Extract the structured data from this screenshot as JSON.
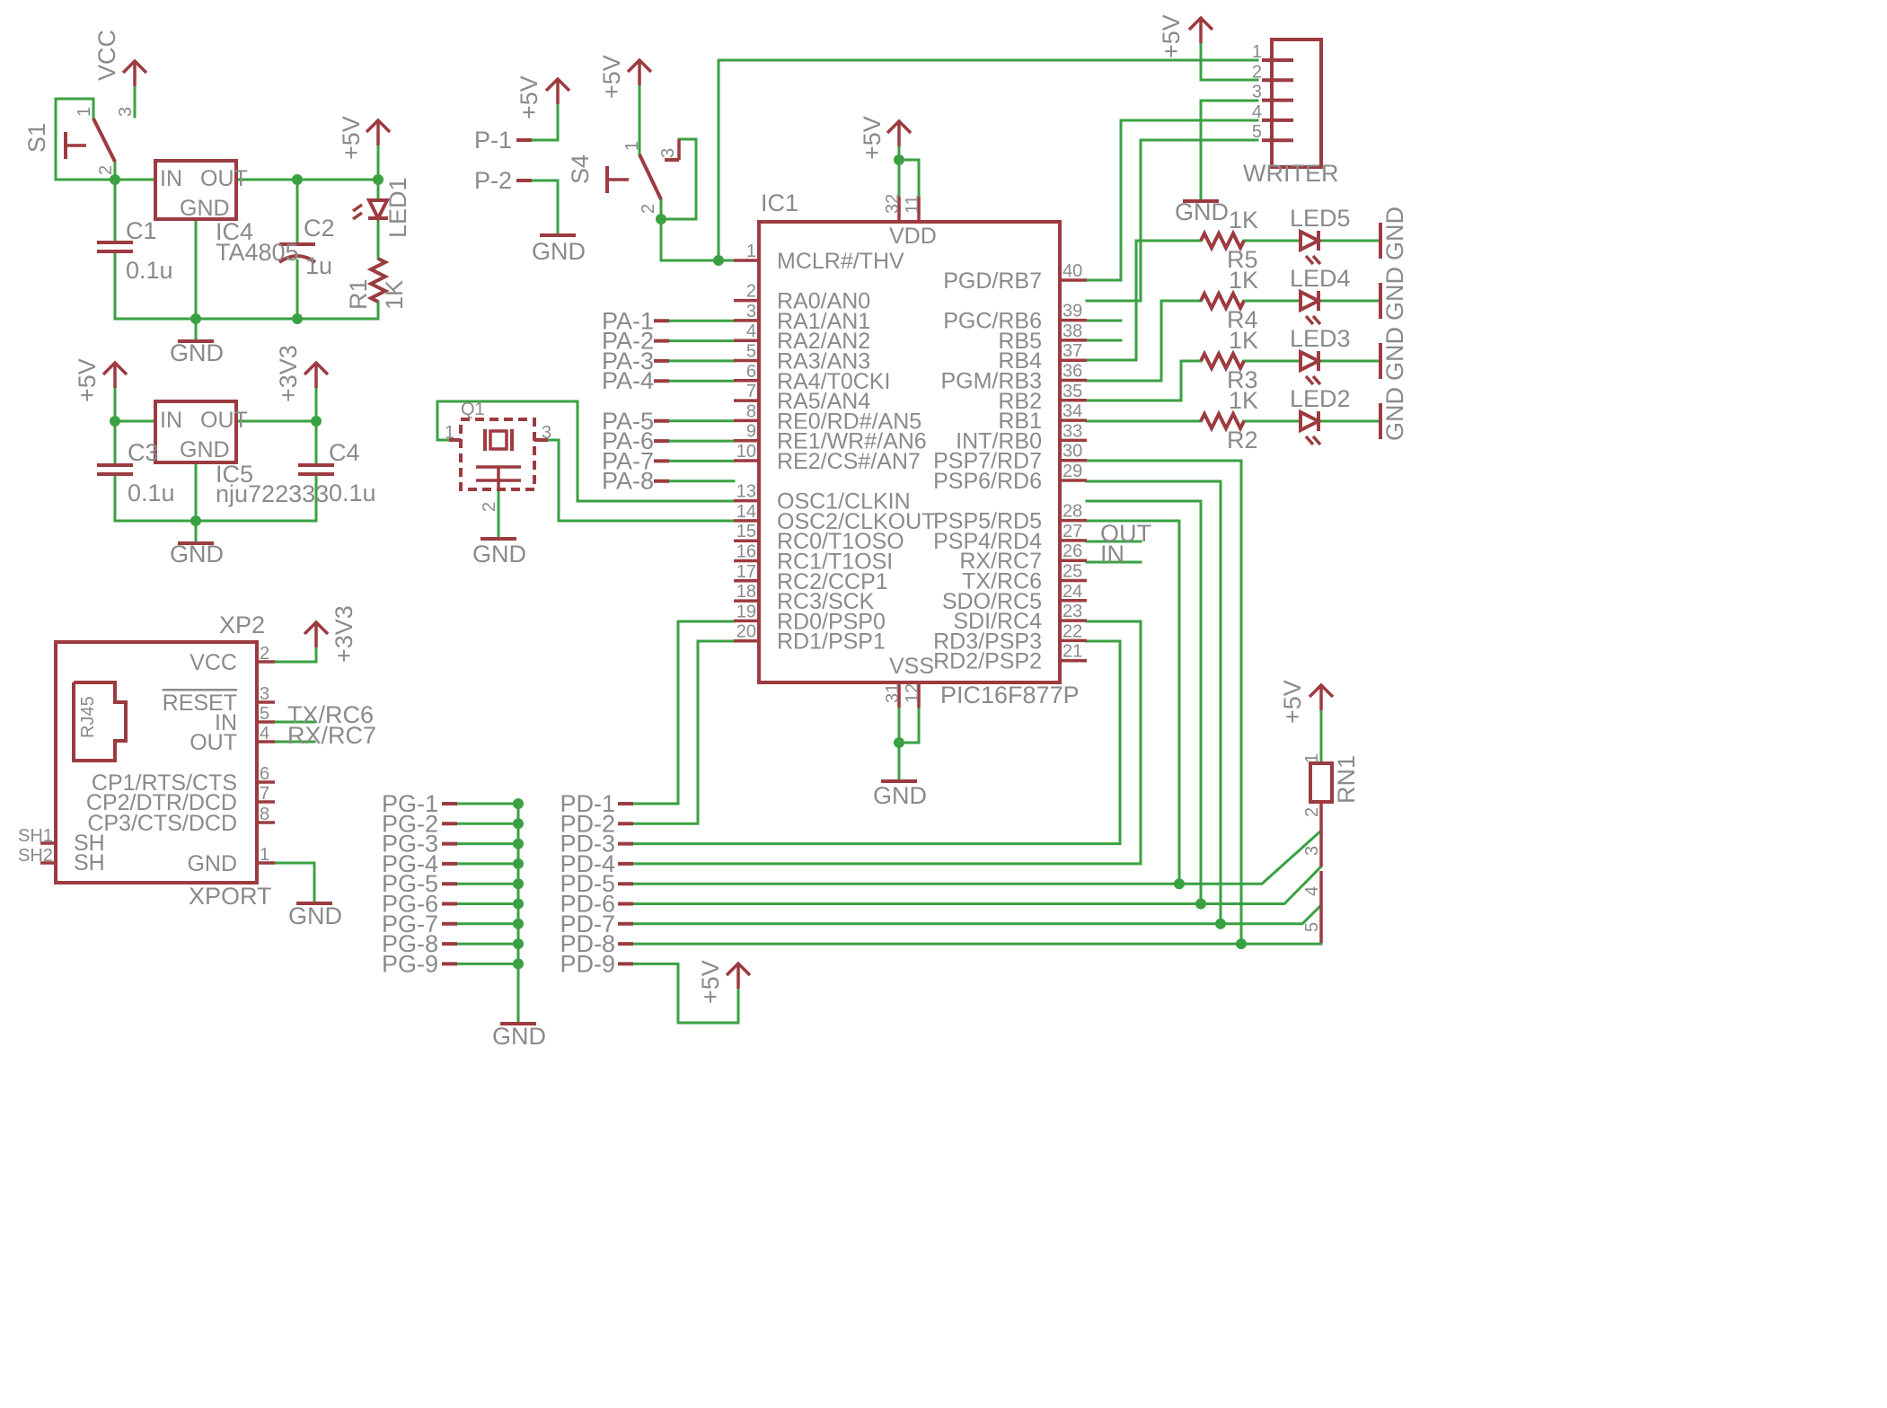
{
  "colors": {
    "wire": "#3aa142",
    "symbol": "#9c3b40",
    "label": "#8a8a8a",
    "background": "#ffffff"
  },
  "ic1": {
    "name": "IC1",
    "part": "PIC16F877P",
    "vdd": "VDD",
    "vss": "VSS",
    "vdd_pins": [
      "32",
      "11"
    ],
    "vss_pins": [
      "31",
      "12"
    ],
    "left_pins": [
      {
        "num": "1",
        "name": "MCLR#/THV"
      },
      {
        "num": "2",
        "name": "RA0/AN0"
      },
      {
        "num": "3",
        "name": "RA1/AN1"
      },
      {
        "num": "4",
        "name": "RA2/AN2"
      },
      {
        "num": "5",
        "name": "RA3/AN3"
      },
      {
        "num": "6",
        "name": "RA4/T0CKI"
      },
      {
        "num": "7",
        "name": "RA5/AN4"
      },
      {
        "num": "8",
        "name": "RE0/RD#/AN5"
      },
      {
        "num": "9",
        "name": "RE1/WR#/AN6"
      },
      {
        "num": "10",
        "name": "RE2/CS#/AN7"
      },
      {
        "num": "13",
        "name": "OSC1/CLKIN"
      },
      {
        "num": "14",
        "name": "OSC2/CLKOUT"
      },
      {
        "num": "15",
        "name": "RC0/T1OSO"
      },
      {
        "num": "16",
        "name": "RC1/T1OSI"
      },
      {
        "num": "17",
        "name": "RC2/CCP1"
      },
      {
        "num": "18",
        "name": "RC3/SCK"
      },
      {
        "num": "19",
        "name": "RD0/PSP0"
      },
      {
        "num": "20",
        "name": "RD1/PSP1"
      }
    ],
    "right_pins": [
      {
        "num": "40",
        "name": "PGD/RB7"
      },
      {
        "num": "39",
        "name": "PGC/RB6"
      },
      {
        "num": "38",
        "name": "RB5"
      },
      {
        "num": "37",
        "name": "RB4"
      },
      {
        "num": "36",
        "name": "PGM/RB3"
      },
      {
        "num": "35",
        "name": "RB2"
      },
      {
        "num": "34",
        "name": "RB1"
      },
      {
        "num": "33",
        "name": "INT/RB0"
      },
      {
        "num": "30",
        "name": "PSP7/RD7"
      },
      {
        "num": "29",
        "name": "PSP6/RD6"
      },
      {
        "num": "28",
        "name": "PSP5/RD5"
      },
      {
        "num": "27",
        "name": "PSP4/RD4"
      },
      {
        "num": "26",
        "name": "RX/RC7"
      },
      {
        "num": "25",
        "name": "TX/RC6"
      },
      {
        "num": "24",
        "name": "SDO/RC5"
      },
      {
        "num": "23",
        "name": "SDI/RC4"
      },
      {
        "num": "22",
        "name": "RD3/PSP3"
      },
      {
        "num": "21",
        "name": "RD2/PSP2"
      }
    ],
    "out_label": "OUT",
    "in_label": "IN"
  },
  "pa_labels": [
    "PA-1",
    "PA-2",
    "PA-3",
    "PA-4",
    "PA-5",
    "PA-6",
    "PA-7",
    "PA-8"
  ],
  "pg_labels": [
    "PG-1",
    "PG-2",
    "PG-3",
    "PG-4",
    "PG-5",
    "PG-6",
    "PG-7",
    "PG-8",
    "PG-9"
  ],
  "pd_labels": [
    "PD-1",
    "PD-2",
    "PD-3",
    "PD-4",
    "PD-5",
    "PD-6",
    "PD-7",
    "PD-8",
    "PD-9"
  ],
  "p_labels": [
    "P-1",
    "P-2"
  ],
  "power": {
    "vcc": "VCC",
    "p5v": "+5V",
    "p3v3": "+3V3",
    "gnd": "GND"
  },
  "s1": {
    "name": "S1",
    "pins": [
      "1",
      "2",
      "3"
    ]
  },
  "s4": {
    "name": "S4",
    "pins": [
      "1",
      "2",
      "3"
    ]
  },
  "ic4": {
    "name": "IC4",
    "part": "TA4805",
    "in": "IN",
    "out": "OUT",
    "gnd": "GND"
  },
  "ic5": {
    "name": "IC5",
    "part": "nju722333",
    "in": "IN",
    "out": "OUT",
    "gnd": "GND"
  },
  "c1": {
    "name": "C1",
    "value": "0.1u"
  },
  "c2": {
    "name": "C2",
    "value": "1u"
  },
  "c3": {
    "name": "C3",
    "value": "0.1u"
  },
  "c4": {
    "name": "C4",
    "value": "0.1u"
  },
  "led1": {
    "name": "LED1"
  },
  "r1": {
    "name": "R1",
    "value": "1K"
  },
  "q1": {
    "name": "Q1",
    "pins": [
      "1",
      "2",
      "3"
    ]
  },
  "writer": {
    "name": "WRITER",
    "pins": [
      "1",
      "2",
      "3",
      "4",
      "5"
    ]
  },
  "led_rows": [
    {
      "led": "LED5",
      "res": "R5",
      "value": "1K"
    },
    {
      "led": "LED4",
      "res": "R4",
      "value": "1K"
    },
    {
      "led": "LED3",
      "res": "R3",
      "value": "1K"
    },
    {
      "led": "LED2",
      "res": "R2",
      "value": "1K"
    }
  ],
  "rn1": {
    "name": "RN1",
    "pins": [
      "1",
      "2",
      "3",
      "4",
      "5"
    ]
  },
  "xport": {
    "name": "XP2",
    "part": "XPORT",
    "rj45": "RJ45",
    "pins": [
      {
        "num": "2",
        "name": "VCC"
      },
      {
        "num": "3",
        "name": "RESET"
      },
      {
        "num": "5",
        "name": "IN"
      },
      {
        "num": "4",
        "name": "OUT"
      },
      {
        "num": "6",
        "name": "CP1/RTS/CTS"
      },
      {
        "num": "7",
        "name": "CP2/DTR/DCD"
      },
      {
        "num": "8",
        "name": "CP3/CTS/DCD"
      },
      {
        "num": "1",
        "name": "GND"
      }
    ],
    "sh": [
      "SH",
      "SH"
    ],
    "sh_pins": [
      "SH1",
      "SH2"
    ],
    "tx_label": "TX/RC6",
    "rx_label": "RX/RC7"
  }
}
